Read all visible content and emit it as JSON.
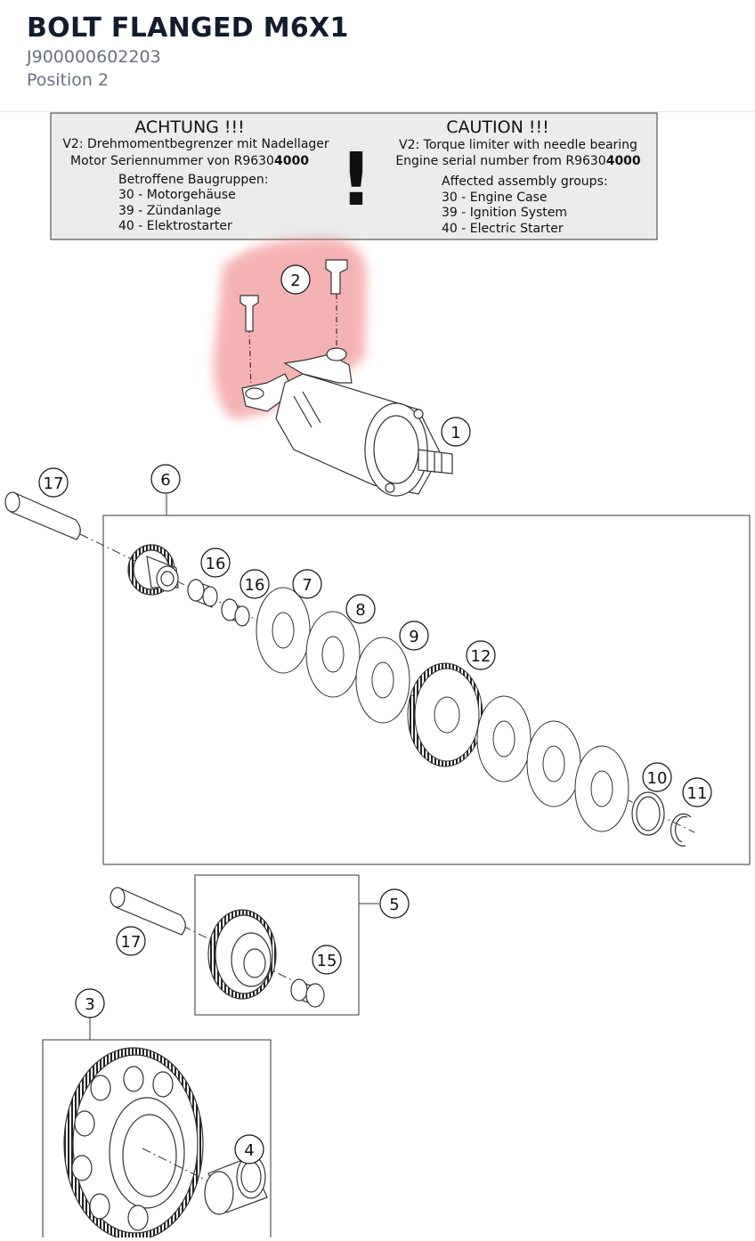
{
  "header": {
    "title": "BOLT FLANGED M6X1",
    "part_number": "J900000602203",
    "position": "Position 2"
  },
  "caution_box": {
    "de_heading": "ACHTUNG !!!",
    "de_line1": "V2: Drehmomentbegrenzer mit Nadellager",
    "de_line2_prefix": "Motor Seriennummer von R9630",
    "de_line2_bold": "4000",
    "de_groups_title": "Betroffene Baugruppen:",
    "de_group_30": "30 - Motorgehäuse",
    "de_group_39": "39 - Zündanlage",
    "de_group_40": "40 - Elektrostarter",
    "exclamation": "!",
    "en_heading": "CAUTION !!!",
    "en_line1": "V2: Torque limiter with needle bearing",
    "en_line2_prefix": "Engine serial number from R9630",
    "en_line2_bold": "4000",
    "en_groups_title": "Affected assembly groups:",
    "en_group_30": "30 - Engine Case",
    "en_group_39": "39 - Ignition System",
    "en_group_40": "40 - Electric Starter"
  },
  "callouts": {
    "c1": "1",
    "c2": "2",
    "c3": "3",
    "c4": "4",
    "c5": "5",
    "c6": "6",
    "c7": "7",
    "c8": "8",
    "c9": "9",
    "c10": "10",
    "c11": "11",
    "c12": "12",
    "c15": "15",
    "c16a": "16",
    "c16b": "16",
    "c17a": "17",
    "c17b": "17"
  },
  "colors": {
    "highlight": "#f08080",
    "caution_bg": "#ececec",
    "line": "#333333"
  }
}
